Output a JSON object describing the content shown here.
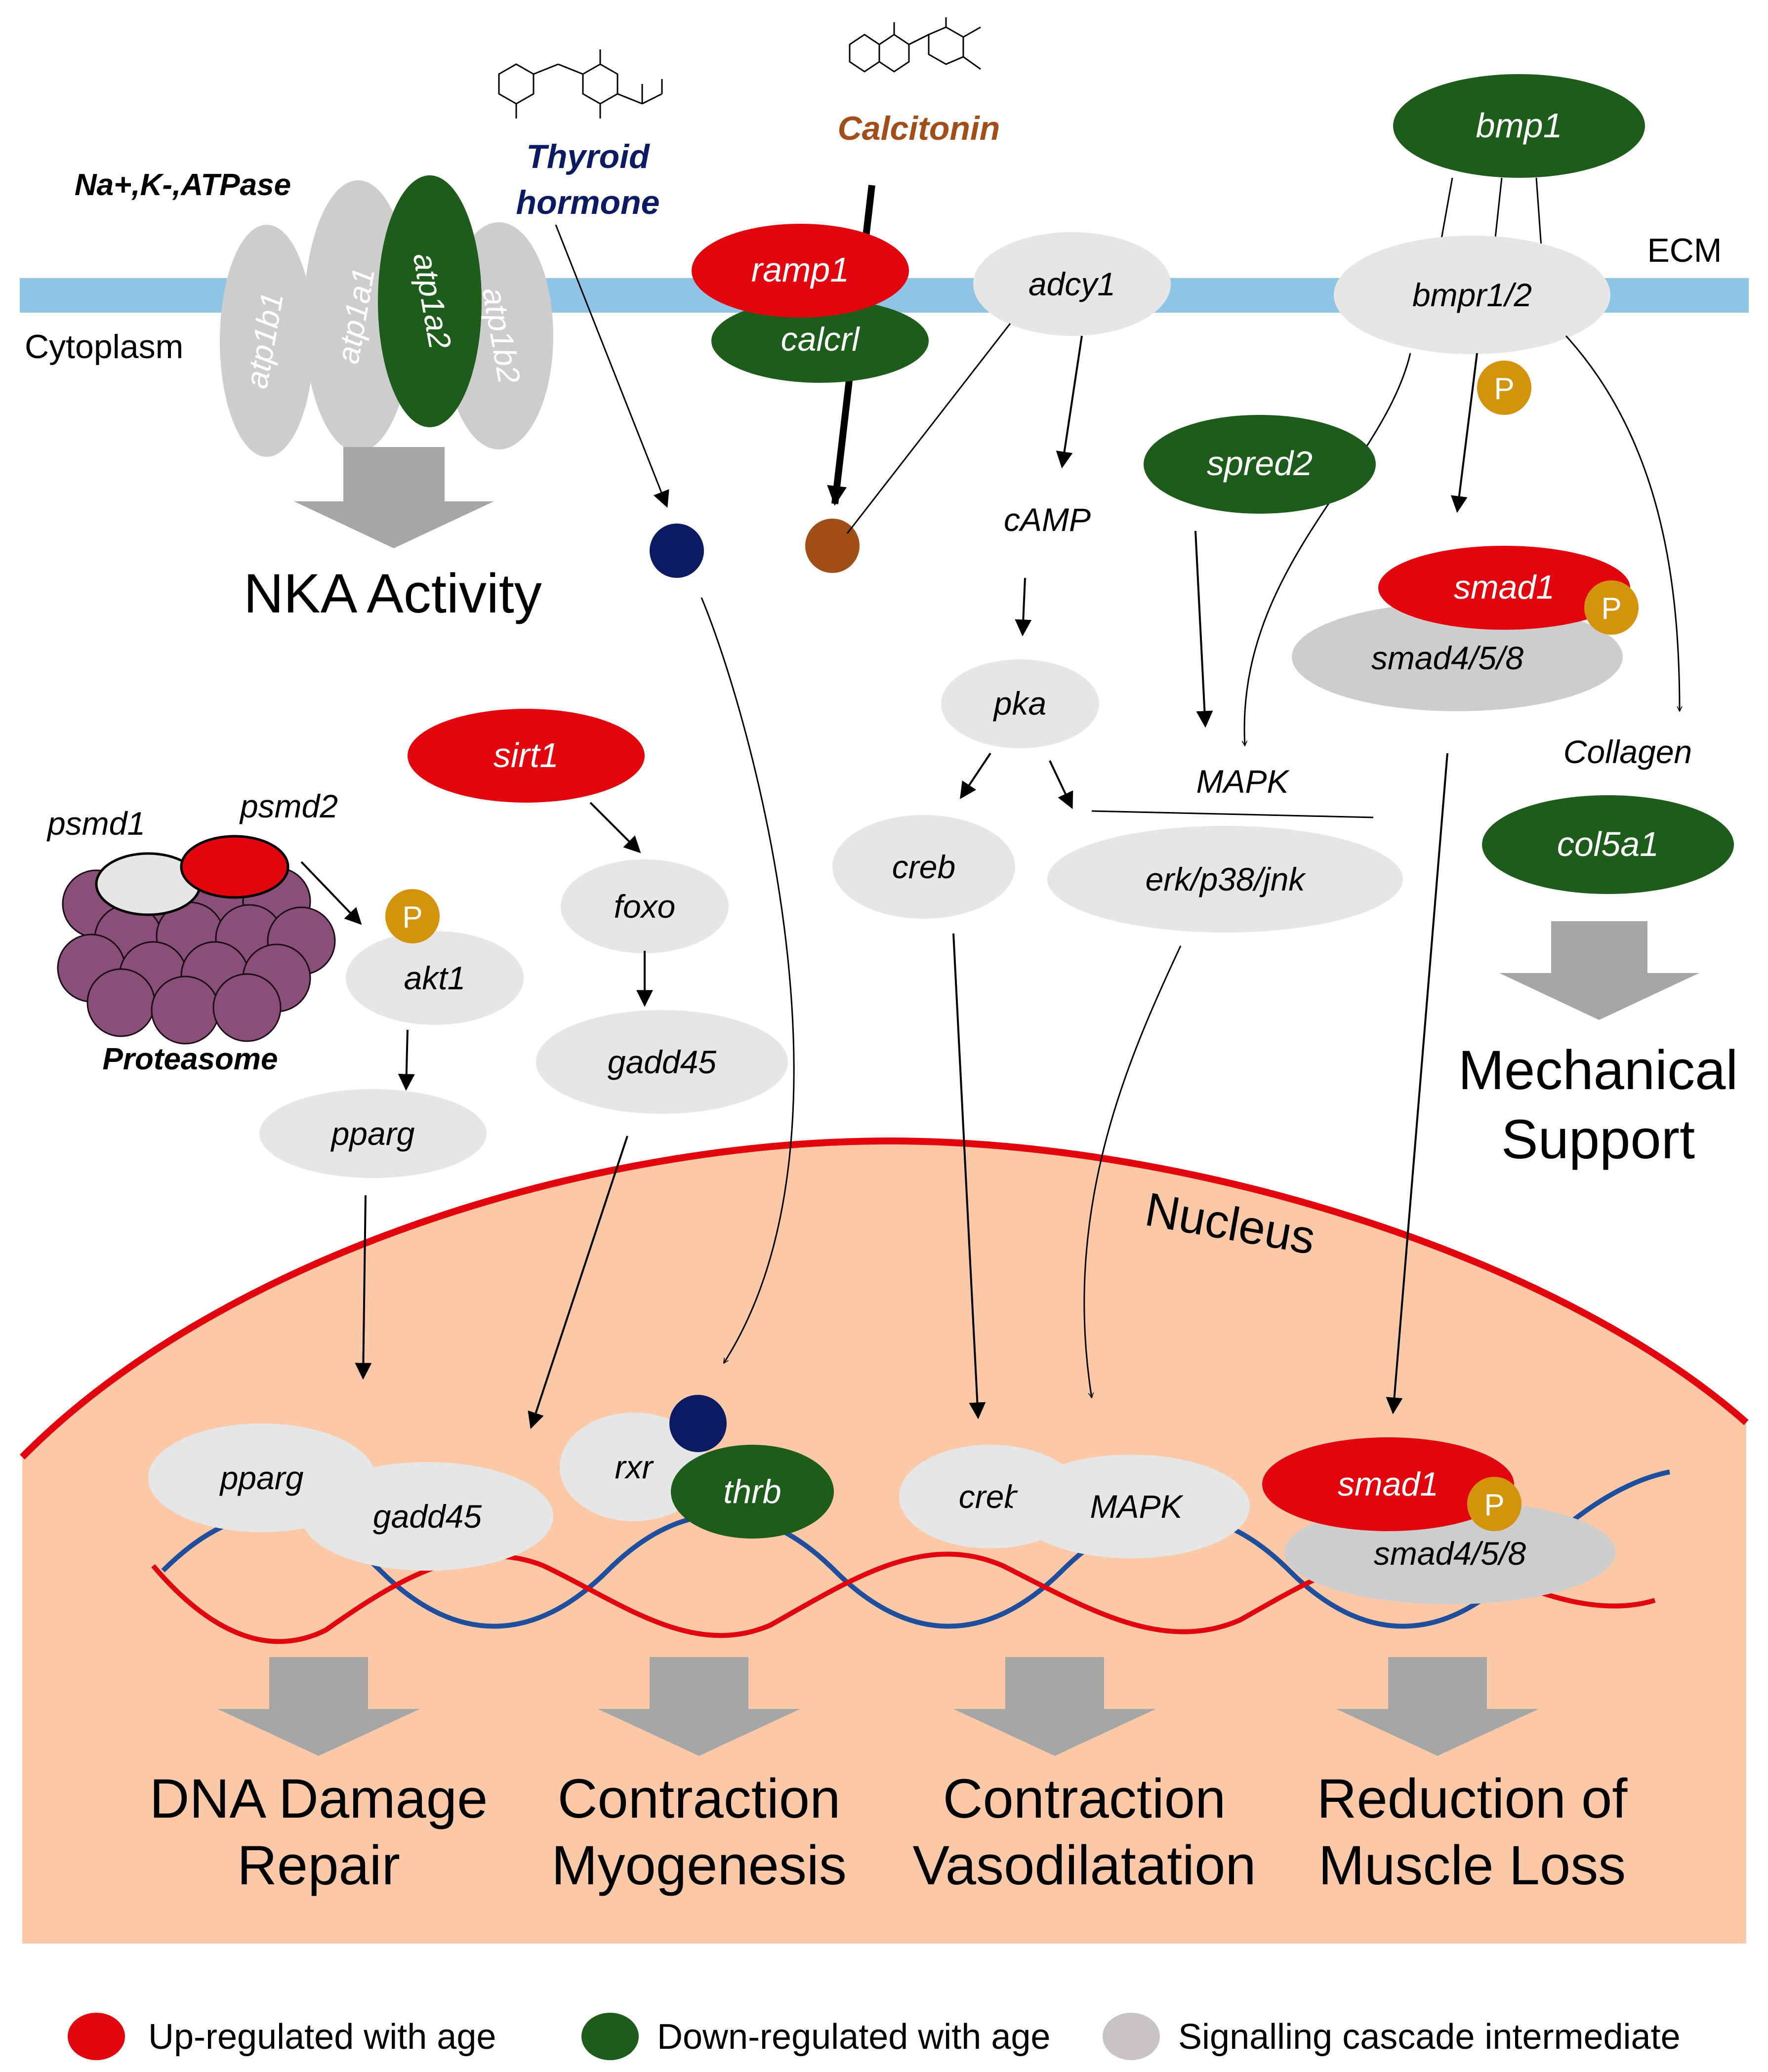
{
  "colors": {
    "up": "#e3050e",
    "down": "#1e5c1c",
    "intermediate": "#e6e6e6",
    "membrane": "#8ec4e6",
    "nucleus_fill": "#fbc9a7",
    "nucleus_border": "#e3050e",
    "arrow_gray": "#a6a6a6",
    "phospho": "#d4930c",
    "thyroid_dot": "#0a1b64",
    "calcitonin_dot": "#a24e19",
    "proteasome": "#8a4f78",
    "dna_blue": "#1f4f9c",
    "dna_red": "#e3050e"
  },
  "labels": {
    "ecm": "ECM",
    "cytoplasm": "Cytoplasm",
    "nka_complex": "Na+,K-,ATPase",
    "thyroid_line1": "Thyroid",
    "thyroid_line2": "hormone",
    "calcitonin": "Calcitonin",
    "nka_activity": "NKA Activity",
    "proteasome": "Proteasome",
    "camp": "cAMP",
    "mapk_cyto": "MAPK",
    "collagen": "Collagen",
    "mechanical_line1": "Mechanical",
    "mechanical_line2": "Support",
    "nucleus": "Nucleus",
    "phospho": "P"
  },
  "nodes": {
    "atp1b1": "atp1b1",
    "atp1a1": "atp1a1",
    "atp1a2": "atp1a2",
    "atp1b2": "atp1b2",
    "ramp1": "ramp1",
    "calcrl": "calcrl",
    "adcy1": "adcy1",
    "bmp1": "bmp1",
    "bmpr": "bmpr1/2",
    "spred2": "spred2",
    "pka": "pka",
    "creb": "creb",
    "erk": "erk/p38/jnk",
    "smad1": "smad1",
    "smad458": "smad4/5/8",
    "col5a1": "col5a1",
    "sirt1": "sirt1",
    "foxo": "foxo",
    "gadd45": "gadd45",
    "psmd1": "psmd1",
    "psmd2": "psmd2",
    "akt1": "akt1",
    "pparg": "pparg",
    "n_pparg": "pparg",
    "n_gadd45": "gadd45",
    "n_rxr": "rxr",
    "n_thrb": "thrb",
    "n_creb": "creb",
    "n_mapk": "MAPK",
    "n_smad1": "smad1",
    "n_smad458": "smad4/5/8"
  },
  "outcomes": [
    {
      "line1": "DNA Damage",
      "line2": "Repair"
    },
    {
      "line1": "Contraction",
      "line2": "Myogenesis"
    },
    {
      "line1": "Contraction",
      "line2": "Vasodilatation"
    },
    {
      "line1": "Reduction of",
      "line2": "Muscle Loss"
    }
  ],
  "legend": [
    {
      "label": "Up-regulated with age",
      "color": "#e3050e"
    },
    {
      "label": "Down-regulated with age",
      "color": "#1e5c1c"
    },
    {
      "label": "Signalling cascade intermediate",
      "color": "#c8c4c4"
    }
  ]
}
